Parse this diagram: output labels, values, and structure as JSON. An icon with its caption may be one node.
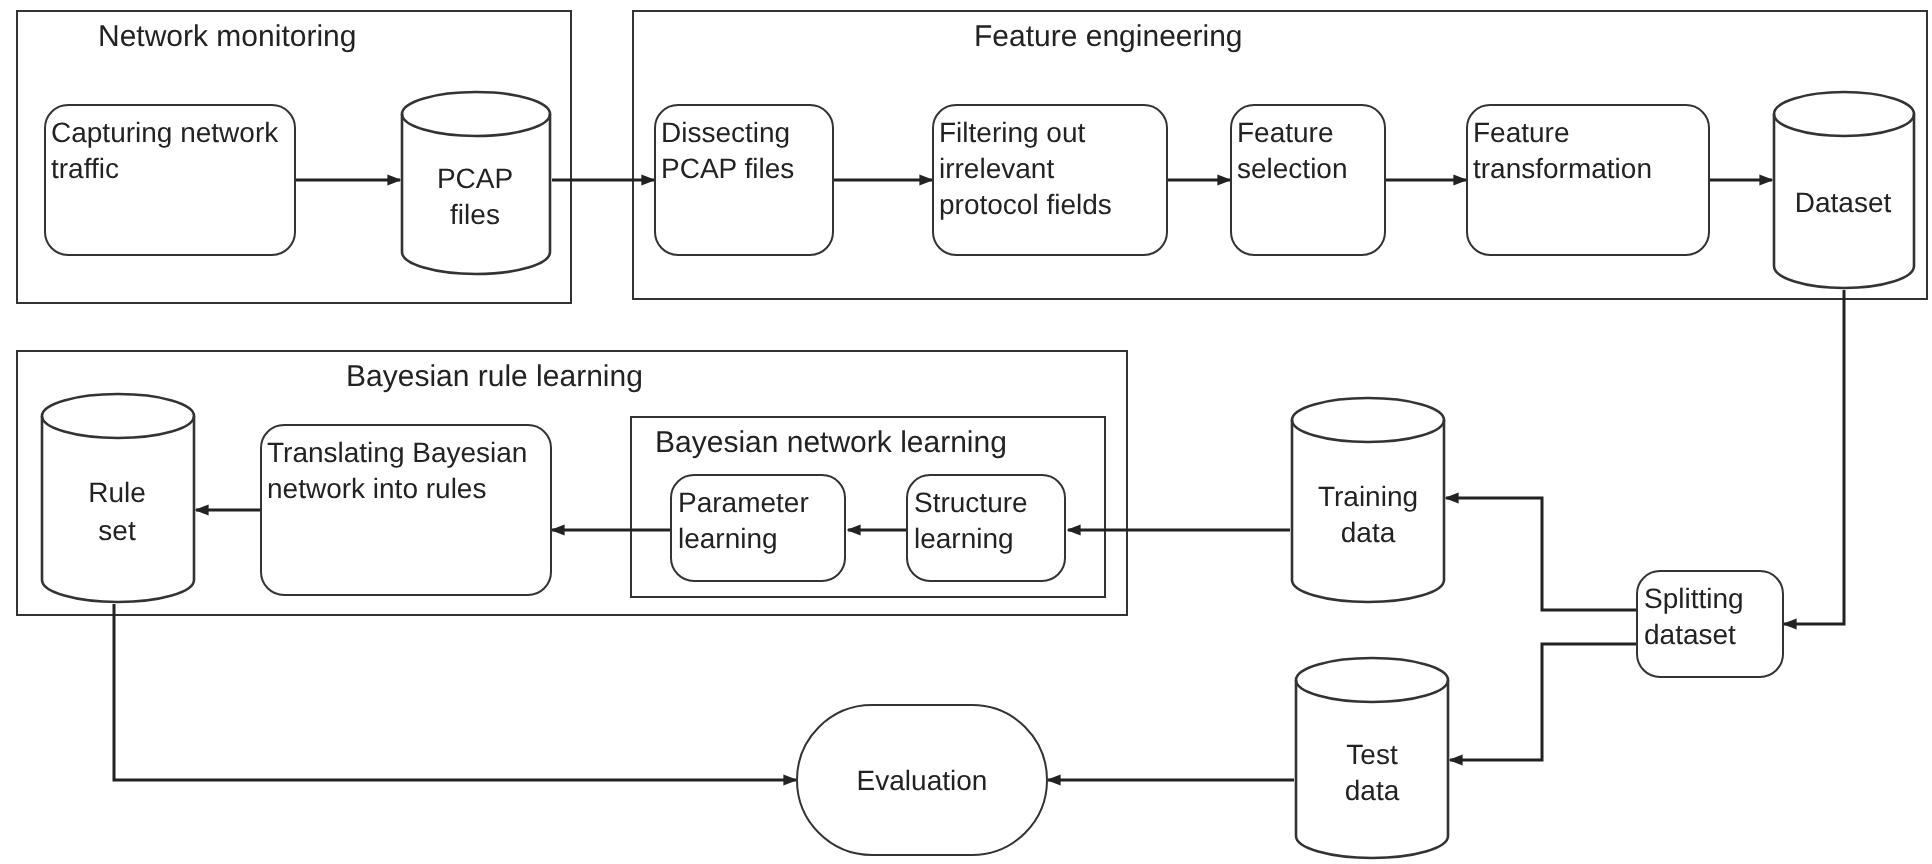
{
  "diagram": {
    "nodes": [
      {
        "text": [
          "Network monitoring"
        ]
      },
      {
        "text": [
          "Capturing network traffic"
        ],
        "in": 0
      },
      {
        "text": [
          "PCAP files"
        ],
        "in": 0
      },
      {
        "text": [
          "Feature engineering"
        ]
      },
      {
        "text": [
          "Dissecting PCAP files"
        ],
        "in": 3
      },
      {
        "text": [
          "Filtering out irrelevant protocol fields"
        ],
        "in": 3
      },
      {
        "text": [
          "Feature selection"
        ],
        "in": 3
      },
      {
        "text": [
          "Feature transformation"
        ],
        "in": 3
      },
      {
        "text": [
          "Dataset"
        ],
        "in": 3
      },
      {
        "text": [
          "Bayesian rule learning"
        ]
      },
      {
        "text": [
          "Rule set"
        ],
        "in": 9
      },
      {
        "text": [
          "Translating Bayesian network into rules"
        ],
        "in": 9
      },
      {
        "text": [
          "Bayesian network learning"
        ],
        "in": 9
      },
      {
        "text": [
          "Parameter learning"
        ],
        "in": 12
      },
      {
        "text": [
          "Structure learning"
        ],
        "in": 12
      },
      {
        "text": [
          "Training data"
        ]
      },
      {
        "text": [
          "Splitting dataset"
        ]
      },
      {
        "text": [
          "Test data"
        ]
      },
      {
        "text": [
          "Evaluation"
        ]
      }
    ],
    "edges": [
      {
        "from": 1,
        "to": 2,
        "arrow": "to"
      },
      {
        "from": 2,
        "to": 4,
        "arrow": "to"
      },
      {
        "from": 4,
        "to": 5,
        "arrow": "to"
      },
      {
        "from": 5,
        "to": 6,
        "arrow": "to"
      },
      {
        "from": 6,
        "to": 7,
        "arrow": "to"
      },
      {
        "from": 7,
        "to": 8,
        "arrow": "to"
      },
      {
        "from": 8,
        "to": 16,
        "arrow": "to"
      },
      {
        "from": 16,
        "to": 15,
        "arrow": "to"
      },
      {
        "from": 16,
        "to": 17,
        "arrow": "to"
      },
      {
        "from": 15,
        "to": 14,
        "arrow": "to"
      },
      {
        "from": 14,
        "to": 13,
        "arrow": "to"
      },
      {
        "from": 13,
        "to": 11,
        "arrow": "to"
      },
      {
        "from": 11,
        "to": 10,
        "arrow": "to"
      },
      {
        "from": 10,
        "to": 18,
        "arrow": "to"
      },
      {
        "from": 17,
        "to": 18,
        "arrow": "to"
      }
    ]
  }
}
